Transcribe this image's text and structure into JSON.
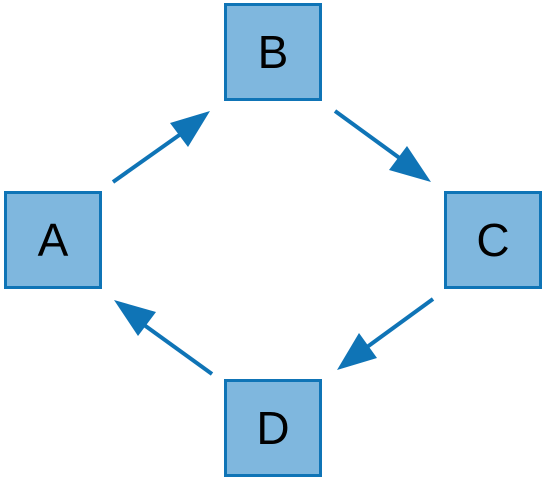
{
  "diagram": {
    "nodes": [
      {
        "id": "A",
        "label": "A"
      },
      {
        "id": "B",
        "label": "B"
      },
      {
        "id": "C",
        "label": "C"
      },
      {
        "id": "D",
        "label": "D"
      }
    ],
    "edges": [
      {
        "from": "A",
        "to": "B"
      },
      {
        "from": "B",
        "to": "C"
      },
      {
        "from": "C",
        "to": "D"
      },
      {
        "from": "D",
        "to": "A"
      }
    ],
    "colors": {
      "node_fill": "#7fb7de",
      "node_border": "#0f74b6",
      "edge": "#0f74b6",
      "label": "#000000"
    }
  }
}
